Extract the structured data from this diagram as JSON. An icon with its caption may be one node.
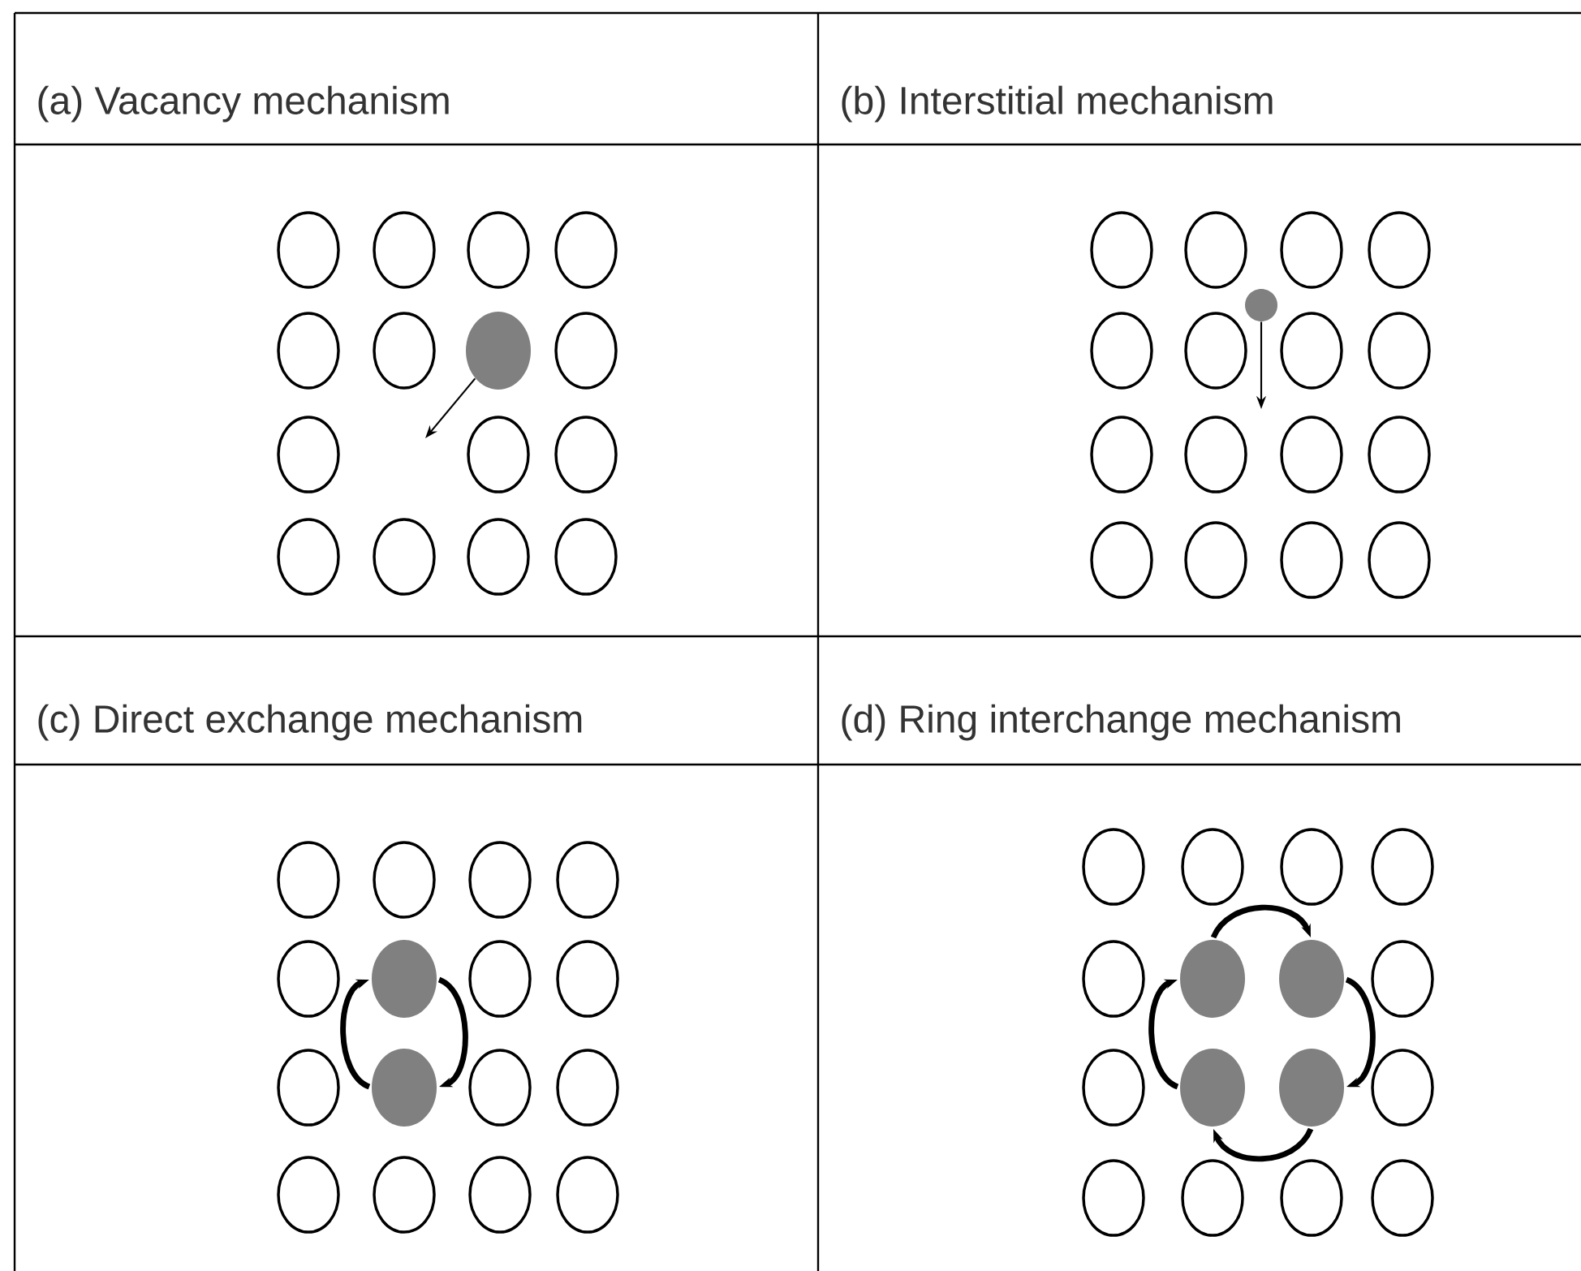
{
  "diagram": {
    "nodes": [
      {
        "text": [],
        "shape": "circle"
      },
      {
        "text": [],
        "shape": "circle"
      },
      {
        "text": [],
        "shape": "circle"
      },
      {
        "text": [],
        "shape": "circle"
      },
      {
        "text": [],
        "shape": "circle"
      },
      {
        "text": [],
        "shape": "circle"
      },
      {
        "text": [],
        "shape": "circle"
      },
      {
        "text": [],
        "shape": "circle"
      }
    ],
    "edges": [
      {
        "from": 0,
        "to": null,
        "arrow": "to"
      },
      {
        "from": 1,
        "to": null,
        "arrow": "to"
      },
      {
        "from": 2,
        "to": 3,
        "arrow": "to"
      },
      {
        "from": 3,
        "to": 2,
        "arrow": "to"
      },
      {
        "from": 4,
        "to": 5,
        "arrow": "to"
      },
      {
        "from": 5,
        "to": 7,
        "arrow": "to"
      },
      {
        "from": 7,
        "to": 6,
        "arrow": "to"
      },
      {
        "from": 6,
        "to": 4,
        "arrow": "to"
      }
    ],
    "labels": [
      "(a) Vacancy mechanism",
      "(b) Interstitial mechanism",
      "(c) Direct exchange mechanism",
      "(d) Ring interchange mechanism"
    ]
  }
}
